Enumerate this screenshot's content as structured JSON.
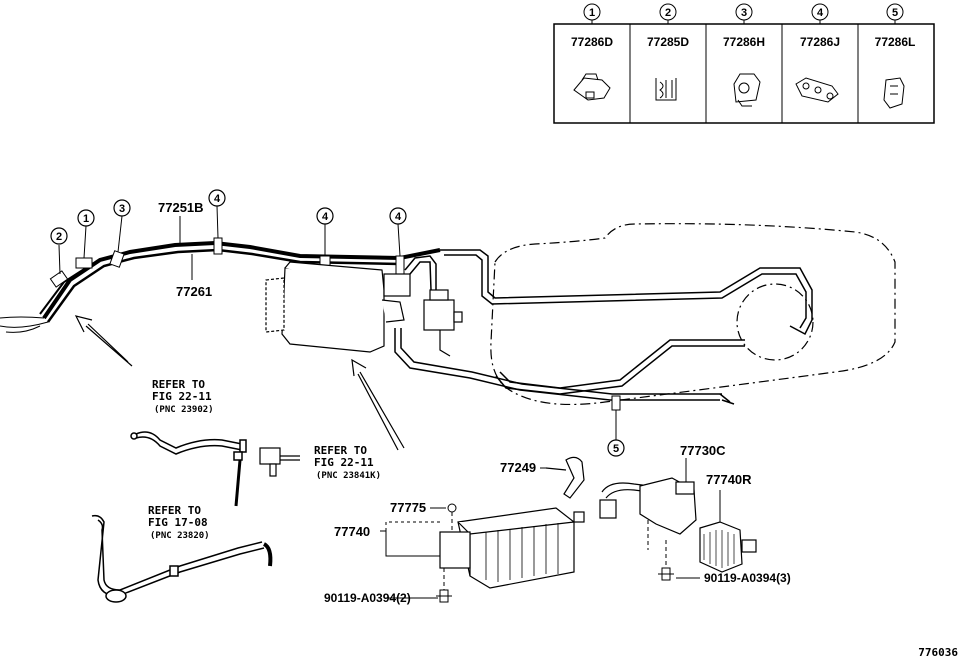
{
  "legend": {
    "items": [
      {
        "marker": "1",
        "part": "77286D"
      },
      {
        "marker": "2",
        "part": "77285D"
      },
      {
        "marker": "3",
        "part": "77286H"
      },
      {
        "marker": "4",
        "part": "77286J"
      },
      {
        "marker": "5",
        "part": "77286L"
      }
    ]
  },
  "callouts": {
    "tube_upper": "77251B",
    "tube_lower": "77261",
    "hose": "77249",
    "valve": "77730C",
    "valve_sub": "77740R",
    "clip": "77775",
    "canister": "77740",
    "bolt_left": "90119-A0394(2)",
    "bolt_right": "90119-A0394(3)"
  },
  "markers": {
    "m2": "2",
    "m1": "1",
    "m3": "3",
    "m4a": "4",
    "m4b": "4",
    "m4c": "4",
    "m5": "5"
  },
  "refs": {
    "ref1": {
      "l1": "REFER TO",
      "l2": "FIG 22-11",
      "l3": "(PNC 23902)"
    },
    "ref2": {
      "l1": "REFER TO",
      "l2": "FIG 22-11",
      "l3": "(PNC 23841K)"
    },
    "ref3": {
      "l1": "REFER TO",
      "l2": "FIG 17-08",
      "l3": "(PNC 23820)"
    }
  },
  "figure_id": "776036"
}
